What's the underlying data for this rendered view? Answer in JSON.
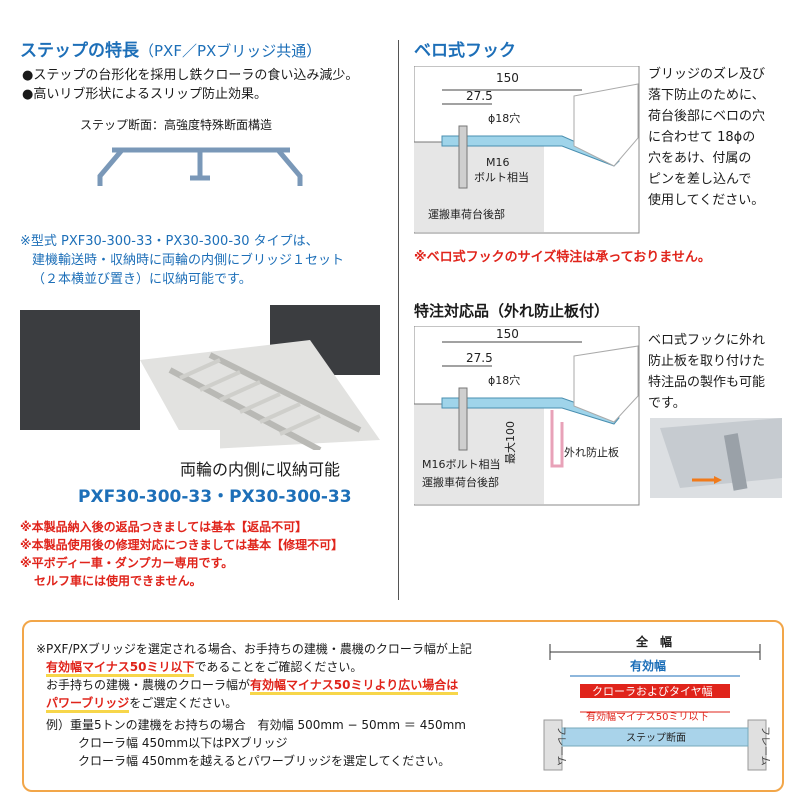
{
  "left": {
    "title": "ステップの特長",
    "title_sub": "（PXF／PXブリッジ共通）",
    "bullets": [
      "●ステップの台形化を採用し鉄クローラの食い込み減少。",
      "●高いリブ形状によるスリップ防止効果。"
    ],
    "section_label": "ステップ断面：高強度特殊断面構造",
    "note_lines": [
      "※型式 PXF30-300-33・PX30-300-30 タイプは、",
      "建機輸送時・収納時に両輪の内側にブリッジ１セット",
      "（２本横並び置き）に収納可能です。"
    ],
    "photo_caption": "両輪の内側に収納可能",
    "photo_model": "PXF30-300-33・PX30-300-33",
    "warnings": [
      "※本製品納入後の返品つきましては基本【返品不可】",
      "※本製品使用後の修理対応につきましては基本【修理不可】",
      "※平ボディー車・ダンプカー専用です。",
      "セルフ車には使用できません。"
    ]
  },
  "right": {
    "title1": "ベロ式フック",
    "diag1": {
      "dim_total": "150",
      "dim_part": "27.5",
      "hole": "ϕ18穴",
      "bolt1": "M16",
      "bolt2": "ボルト相当",
      "truck": "運搬車荷台後部"
    },
    "desc1": [
      "ブリッジのズレ及び",
      "落下防止のために、",
      "荷台後部にベロの穴",
      "に合わせて 18ϕの",
      "穴をあけ、付属の",
      "ピンを差し込んで",
      "使用してください。"
    ],
    "red_note": "※ベロ式フックのサイズ特注は承っておりません。",
    "title2": "特注対応品（外れ防止板付）",
    "diag2": {
      "dim_total": "150",
      "dim_part": "27.5",
      "hole": "ϕ18穴",
      "max": "最大100",
      "plate": "外れ防止板",
      "bolt": "M16ボルト相当",
      "truck": "運搬車荷台後部"
    },
    "desc2": [
      "ベロ式フックに外れ",
      "防止板を取り付けた",
      "特注品の製作も可能",
      "です。"
    ]
  },
  "bottom": {
    "line1": "※PXF/PXブリッジを選定される場合、お手持ちの建機・農機のクローラ幅が上記",
    "line2_hl": "有効幅マイナス50ミリ以下",
    "line2_rest": "であることをご確認ください。",
    "line3_pre": "お手持ちの建機・農機のクローラ幅が",
    "line3_hl": "有効幅マイナス50ミリより広い場合は",
    "line4_hl": "パワーブリッジ",
    "line4_rest": "をご選定ください。",
    "ex1": "例）重量5トンの建機をお持ちの場合　有効幅 500mm − 50mm ＝ 450mm",
    "ex2": "クローラ幅 450mm以下はPXブリッジ",
    "ex3": "クローラ幅 450mmを越えるとパワーブリッジを選定してください。",
    "diagram": {
      "full": "全　幅",
      "effective": "有効幅",
      "crawler": "クローラおよびタイヤ幅",
      "minus": "有効幅マイナス50ミリ以下",
      "frame": "フレーム",
      "step": "ステップ断面"
    }
  },
  "colors": {
    "blue": "#1d6fb8",
    "red": "#e0241b",
    "orange": "#f2a649"
  }
}
